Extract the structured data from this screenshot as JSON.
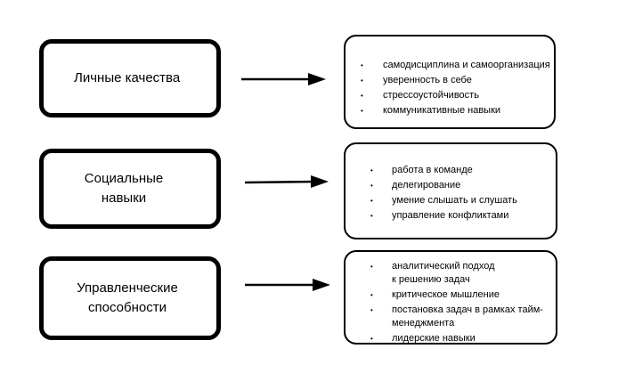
{
  "rows": [
    {
      "category": "Личные качества",
      "items": [
        "самодисциплина и самоорганизация",
        "уверенность в себе",
        "стрессоустойчивость",
        "коммуникативные навыки"
      ]
    },
    {
      "category": "Социальные\nнавыки",
      "items": [
        "работа в команде",
        "делегирование",
        "умение слышать и слушать",
        "управление конфликтами"
      ]
    },
    {
      "category": "Управленческие\nспособности",
      "items": [
        "аналитический подход\nк решению задач",
        "критическое мышление",
        "постановка задач в рамках тайм-\nменеджмента",
        "лидерские навыки"
      ]
    }
  ],
  "bullet_symbol": "•"
}
